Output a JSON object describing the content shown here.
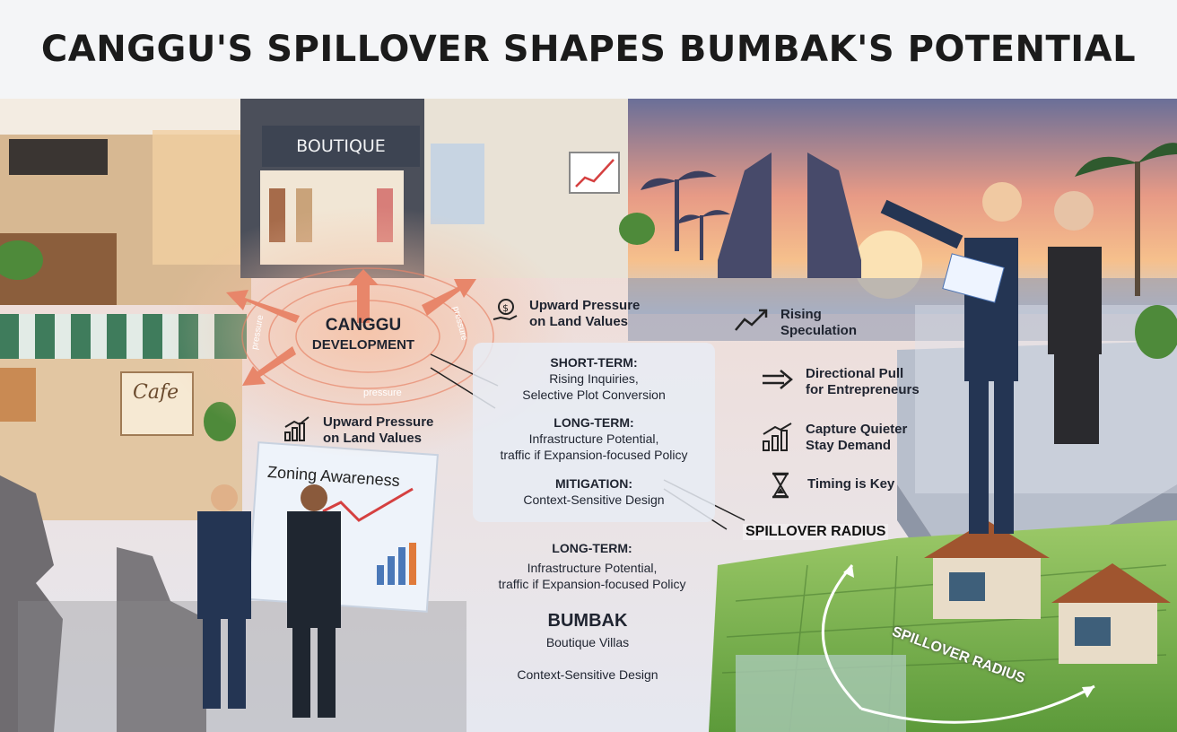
{
  "title": "CANGGU'S SPILLOVER SHAPES BUMBAK'S POTENTIAL",
  "signs": {
    "boutique": "BOUTIQUE",
    "cafe": "Cafe",
    "zoning": "Zoning Awareness"
  },
  "center": {
    "line1": "CANGGU",
    "line2": "DEVELOPMENT",
    "pressure_labels": [
      "pressure",
      "pressure",
      "pressure"
    ]
  },
  "left_callout": {
    "line1": "Upward Pressure",
    "line2": "on Land Values"
  },
  "top_callout": {
    "line1": "Upward Pressure",
    "line2": "on Land Values"
  },
  "panel": {
    "short_term_title": "SHORT-TERM:",
    "short_term_line1": "Rising Inquiries,",
    "short_term_line2": "Selective Plot Conversion",
    "long_term_title": "LONG-TERM:",
    "long_term_line1": "Infrastructure Potential,",
    "long_term_line2": "traffic if Expansion-focused Policy",
    "mitigation_title": "MITIGATION:",
    "mitigation_line1": "Context-Sensitive Design"
  },
  "lower_center": {
    "long_term_title": "LONG-TERM:",
    "long_term_line1": "Infrastructure Potential,",
    "long_term_line2": "traffic if Expansion-focused Policy",
    "bumbak_title": "BUMBAK",
    "bumbak_sub": "Boutique Villas",
    "design": "Context-Sensitive Design"
  },
  "right_list": [
    {
      "icon": "trend-up-icon",
      "line1": "Rising",
      "line2": "Speculation"
    },
    {
      "icon": "double-arrow-right-icon",
      "line1": "Directional Pull",
      "line2": "for Entrepreneurs"
    },
    {
      "icon": "bar-growth-icon",
      "line1": "Capture Quieter",
      "line2": "Stay Demand"
    },
    {
      "icon": "hourglass-icon",
      "line1": "Timing is Key",
      "line2": ""
    }
  ],
  "spillover": {
    "label1": "SPILLOVER RADIUS",
    "label2": "SPILLOVER RADIUS"
  },
  "colors": {
    "arrow": "#e8866a",
    "sunset": "#f0a070",
    "rice_field": "#7fb84a",
    "suit": "#243553"
  }
}
